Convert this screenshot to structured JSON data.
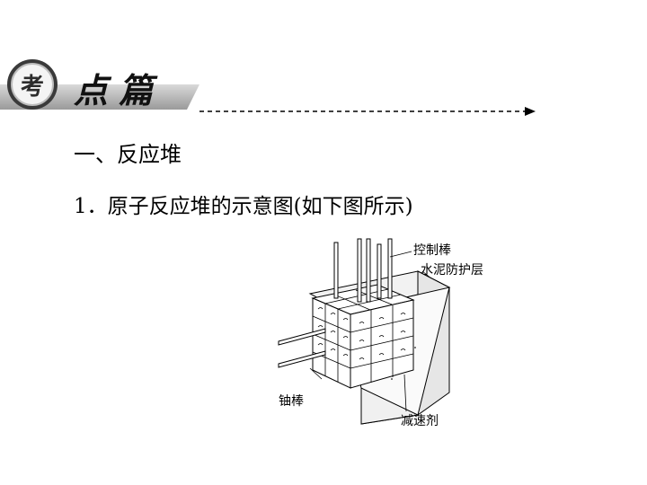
{
  "header": {
    "badge_char": "考",
    "section_title": "点篇"
  },
  "content": {
    "heading": "一、反应堆",
    "line1": "1．原子反应堆的示意图(如下图所示)"
  },
  "diagram": {
    "labels": {
      "control_rods": "控制棒",
      "cement_layer": "水泥防护层",
      "uranium_rods": "铀棒",
      "moderator": "减速剂"
    }
  }
}
